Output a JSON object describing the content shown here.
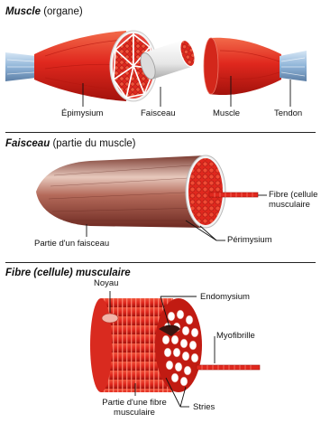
{
  "sections": [
    {
      "title_bold": "Muscle",
      "title_rest": "(organe)",
      "labels": {
        "epimysium": "Épimysium",
        "faisceau": "Faisceau",
        "muscle": "Muscle",
        "tendon": "Tendon"
      }
    },
    {
      "title_bold": "Faisceau",
      "title_rest": "(partie du muscle)",
      "labels": {
        "fibre_line1": "Fibre (cellule",
        "fibre_line2": "musculaire",
        "partie": "Partie d'un faisceau",
        "perimysium": "Périmysium"
      }
    },
    {
      "title_bold": "Fibre (cellule) musculaire",
      "title_rest": "",
      "labels": {
        "noyau": "Noyau",
        "endomysium": "Endomysium",
        "myofibrille": "Myofibrille",
        "partie_line1": "Partie d'une fibre",
        "partie_line2": "musculaire",
        "stries": "Stries"
      }
    }
  ],
  "colors": {
    "muscle_red": "#e0281e",
    "muscle_dark": "#a3120c",
    "tendon_blue": "#8fb4d8",
    "sheath_white": "#eeeeee",
    "fascicle_brown": "#a55a4c"
  }
}
